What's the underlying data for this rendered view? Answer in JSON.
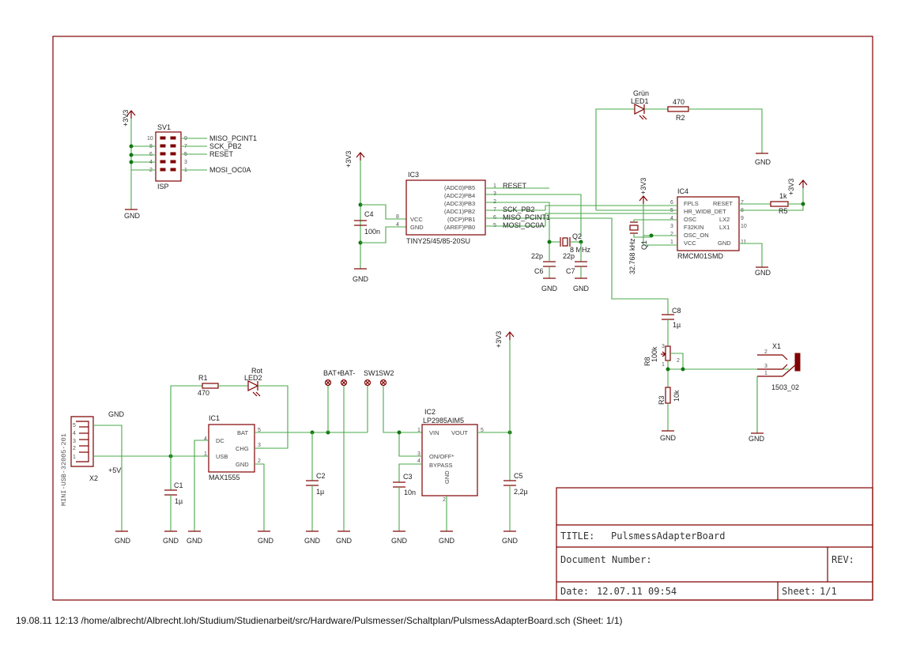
{
  "title_block": {
    "title_label": "TITLE:",
    "title_value": "PulsmessAdapterBoard",
    "docnum_label": "Document Number:",
    "rev_label": "REV:",
    "date_label": "Date:",
    "date_value": "12.07.11 09:54",
    "sheet_label": "Sheet:",
    "sheet_value": "1/1"
  },
  "footer": "19.08.11 12:13  /home/albrecht/Albrecht.loh/Studium/Studienarbeit/src/Hardware/Pulsmesser/Schaltplan/PulsmessAdapterBoard.sch (Sheet: 1/1)",
  "labels": {
    "gnd": "GND",
    "v33": "+3V3",
    "v5": "+5V"
  },
  "sv1": {
    "name": "SV1",
    "value": "ISP",
    "pins_left": [
      "10",
      "8",
      "6",
      "4",
      "2"
    ],
    "pins_right": [
      "9",
      "7",
      "5",
      "3",
      "1"
    ],
    "nets": [
      "MISO_PCINT1",
      "SCK_PB2",
      "RESET",
      "MOSI_OC0A"
    ]
  },
  "ic3": {
    "name": "IC3",
    "value": "TINY25/45/85-20SU",
    "pins_left": [
      {
        "no": "8",
        "name": "VCC"
      },
      {
        "no": "4",
        "name": "GND"
      }
    ],
    "pins_right": [
      {
        "no": "1",
        "name": "(ADC0)PB5"
      },
      {
        "no": "3",
        "name": "(ADC2)PB4"
      },
      {
        "no": "2",
        "name": "(ADC3)PB3"
      },
      {
        "no": "7",
        "name": "(ADC1)PB2"
      },
      {
        "no": "6",
        "name": "(OCP)PB1"
      },
      {
        "no": "5",
        "name": "(AREF)PB0"
      }
    ],
    "nets": [
      "RESET",
      "SCK_PB2",
      "MISO_PCINT1",
      "MOSI_OC0A"
    ]
  },
  "ic4": {
    "name": "IC4",
    "value": "RMCM01SMD",
    "pins_left": [
      {
        "no": "6",
        "name": "FPLS"
      },
      {
        "no": "5",
        "name": "HR_WIDB_DET"
      },
      {
        "no": "4",
        "name": "OSC"
      },
      {
        "no": "3",
        "name": "F32KIN"
      },
      {
        "no": "2",
        "name": "OSC_ON"
      },
      {
        "no": "1",
        "name": "VCC"
      }
    ],
    "pins_right": [
      {
        "no": "7",
        "name": "RESET"
      },
      {
        "no": "8",
        "name": ""
      },
      {
        "no": "9",
        "name": "LX2"
      },
      {
        "no": "10",
        "name": "LX1"
      },
      {
        "no": "11",
        "name": "GND"
      }
    ]
  },
  "ic1": {
    "name": "IC1",
    "value": "MAX1555",
    "pins_left": [
      {
        "no": "4",
        "name": "DC"
      },
      {
        "no": "1",
        "name": "USB"
      }
    ],
    "pins_right": [
      {
        "no": "5",
        "name": "BAT"
      },
      {
        "no": "3",
        "name": "CHG"
      },
      {
        "no": "2",
        "name": "GND"
      }
    ]
  },
  "ic2": {
    "name": "IC2",
    "value": "LP2985AIM5",
    "pins_left": [
      {
        "no": "1",
        "name": "VIN"
      },
      {
        "no": "3",
        "name": "ON/OFF*"
      },
      {
        "no": "4",
        "name": "BYPASS"
      }
    ],
    "pins_right": [
      {
        "no": "5",
        "name": "VOUT"
      }
    ],
    "pin_bottom": {
      "no": "2",
      "name": "GND"
    }
  },
  "x2": {
    "name": "X2",
    "value": "MINI-USB-32005-201",
    "pins": [
      "5",
      "4",
      "3",
      "2",
      "1"
    ]
  },
  "x1": {
    "name": "X1",
    "value": "1503_02",
    "pins": [
      "2",
      "3",
      "1"
    ]
  },
  "led1": {
    "name": "LED1",
    "value": "Grün"
  },
  "led2": {
    "name": "LED2",
    "value": "Rot"
  },
  "r1": {
    "name": "R1",
    "value": "470"
  },
  "r2": {
    "name": "R2",
    "value": "470"
  },
  "r3": {
    "name": "R3",
    "value": "10k"
  },
  "r5": {
    "name": "R5",
    "value": "1k"
  },
  "r8": {
    "name": "R8",
    "value": "100k",
    "pins": [
      "3",
      "2",
      "1"
    ]
  },
  "c1": {
    "name": "C1",
    "value": "1µ"
  },
  "c2": {
    "name": "C2",
    "value": "1µ"
  },
  "c3": {
    "name": "C3",
    "value": "10n"
  },
  "c4": {
    "name": "C4",
    "value": "100n"
  },
  "c5": {
    "name": "C5",
    "value": "2,2µ"
  },
  "c6": {
    "name": "C6",
    "value": "22p"
  },
  "c7": {
    "name": "C7",
    "value": "22p"
  },
  "c8": {
    "name": "C8",
    "value": "1µ"
  },
  "q1": {
    "name": "Q1",
    "value": "32.768 kHz"
  },
  "q2": {
    "name": "Q2",
    "value": "8 MHz"
  },
  "pads": [
    "BAT+",
    "BAT-",
    "SW1",
    "SW2"
  ]
}
